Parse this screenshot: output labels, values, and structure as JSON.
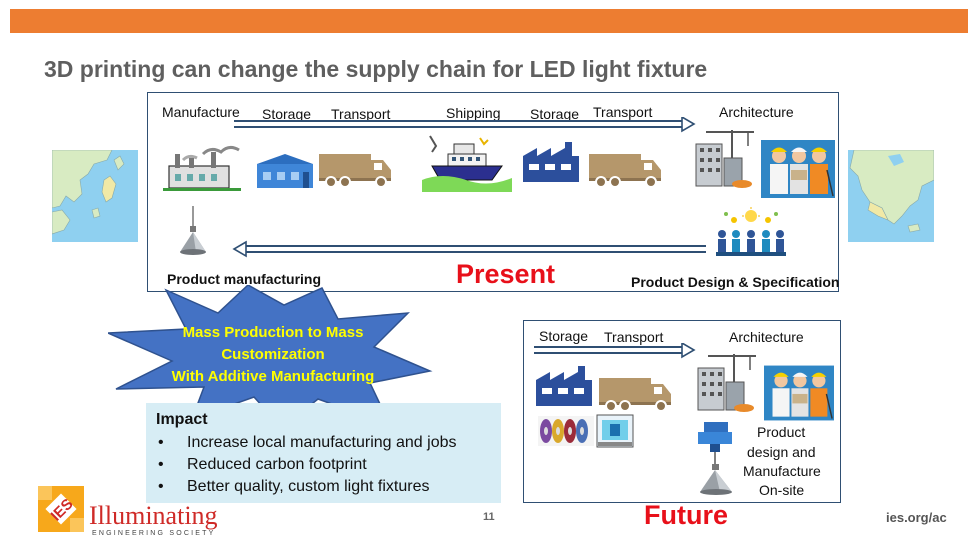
{
  "slide": {
    "title": "3D printing can change the supply chain for LED light fixture",
    "page_number": "11",
    "url": "ies.org/ac"
  },
  "present": {
    "steps": {
      "manufacture": "Manufacture",
      "storage1": "Storage",
      "transport1": "Transport",
      "shipping": "Shipping",
      "storage2": "Storage",
      "transport2": "Transport",
      "architecture": "Architecture"
    },
    "product_manufacturing": "Product manufacturing",
    "label": "Present",
    "design_spec": "Product Design & Specification"
  },
  "callout": {
    "line1": "Mass Production to Mass",
    "line2": "Customization",
    "line3": "With Additive Manufacturing"
  },
  "impact": {
    "title": "Impact",
    "bullet": "•",
    "items": [
      "Increase local manufacturing and jobs",
      "Reduced carbon footprint",
      "Better quality, custom light fixtures"
    ]
  },
  "future": {
    "storage": "Storage",
    "transport": "Transport",
    "architecture": "Architecture",
    "onsite_line1": "Product",
    "onsite_line2": "design and",
    "onsite_line3": "Manufacture",
    "onsite_line4": "On-site",
    "label": "Future"
  },
  "logo": {
    "badge": "IES",
    "name": "Illuminating",
    "subtitle": "ENGINEERING SOCIETY"
  },
  "colors": {
    "accent_bar": "#ed7d31",
    "box_border": "#2f4f73",
    "label_red": "#e8101a",
    "star_fill": "#4472c4",
    "star_text": "#ffff00",
    "impact_bg": "#d7edf5"
  }
}
